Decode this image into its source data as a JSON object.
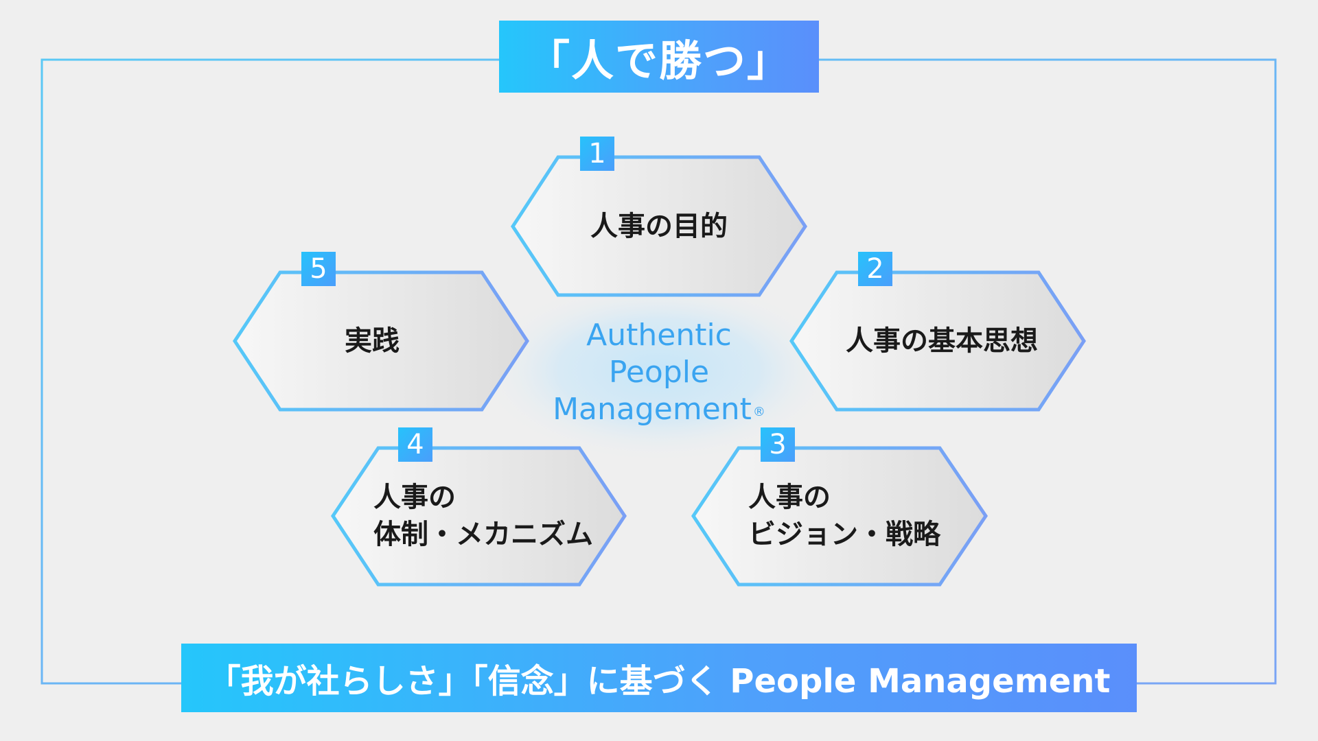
{
  "title": "「人で勝つ」",
  "footer": "「我が社らしさ」「信念」に基づく People Management",
  "center": {
    "lines": [
      "Authentic",
      "People",
      "Management"
    ],
    "mark": "®"
  },
  "items": [
    {
      "number": "1",
      "lines": [
        "人事の目的"
      ]
    },
    {
      "number": "2",
      "lines": [
        "人事の基本思想"
      ]
    },
    {
      "number": "3",
      "lines": [
        "人事の",
        "ビジョン・戦略"
      ]
    },
    {
      "number": "4",
      "lines": [
        "人事の",
        "体制・メカニズム"
      ]
    },
    {
      "number": "5",
      "lines": [
        "実践"
      ]
    }
  ],
  "colors": {
    "background": "#efefef",
    "accent_start": "#25c6fb",
    "accent_end": "#5a8ffb",
    "center_text": "#3aa4f0"
  }
}
